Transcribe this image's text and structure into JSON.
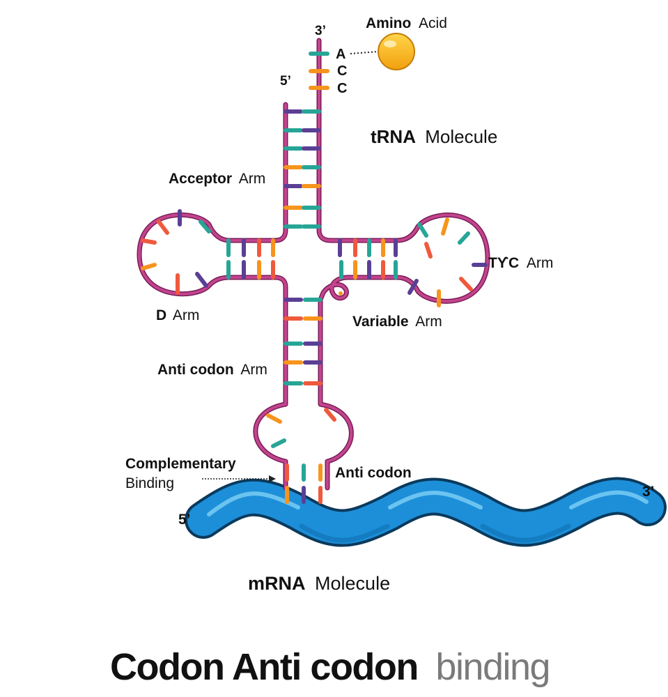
{
  "title": {
    "bold": "Codon Anti codon",
    "light": "binding",
    "bold_color": "#111111",
    "light_color": "#7a7a7a"
  },
  "amino_acid": {
    "bold": "Amino",
    "light": "Acid",
    "color": "#f5b11a"
  },
  "trna": {
    "label_bold": "tRNA",
    "label_light": "Molecule",
    "end3": "3’",
    "end5": "5’",
    "cca": [
      "A",
      "C",
      "C"
    ]
  },
  "arms": {
    "acceptor": {
      "bold": "Acceptor",
      "light": "Arm"
    },
    "tpsic": {
      "bold": "TϒC",
      "light": "Arm"
    },
    "d": {
      "bold": "D",
      "light": "Arm"
    },
    "variable": {
      "bold": "Variable",
      "light": "Arm"
    },
    "anticodon": {
      "bold": "Anti codon",
      "light": "Arm"
    }
  },
  "complementary": {
    "line1": "Complementary",
    "line2": "Binding"
  },
  "anticodon_label": "Anti codon",
  "mrna": {
    "label_bold": "mRNA",
    "label_light": "Molecule",
    "end5": "5’",
    "end3": "3’",
    "color": "#1d8fd9"
  },
  "colors": {
    "backbone": "#b0297a",
    "teal": "#27a596",
    "orange": "#f7941d",
    "purple": "#5a3f95",
    "red": "#ef5a3c"
  }
}
